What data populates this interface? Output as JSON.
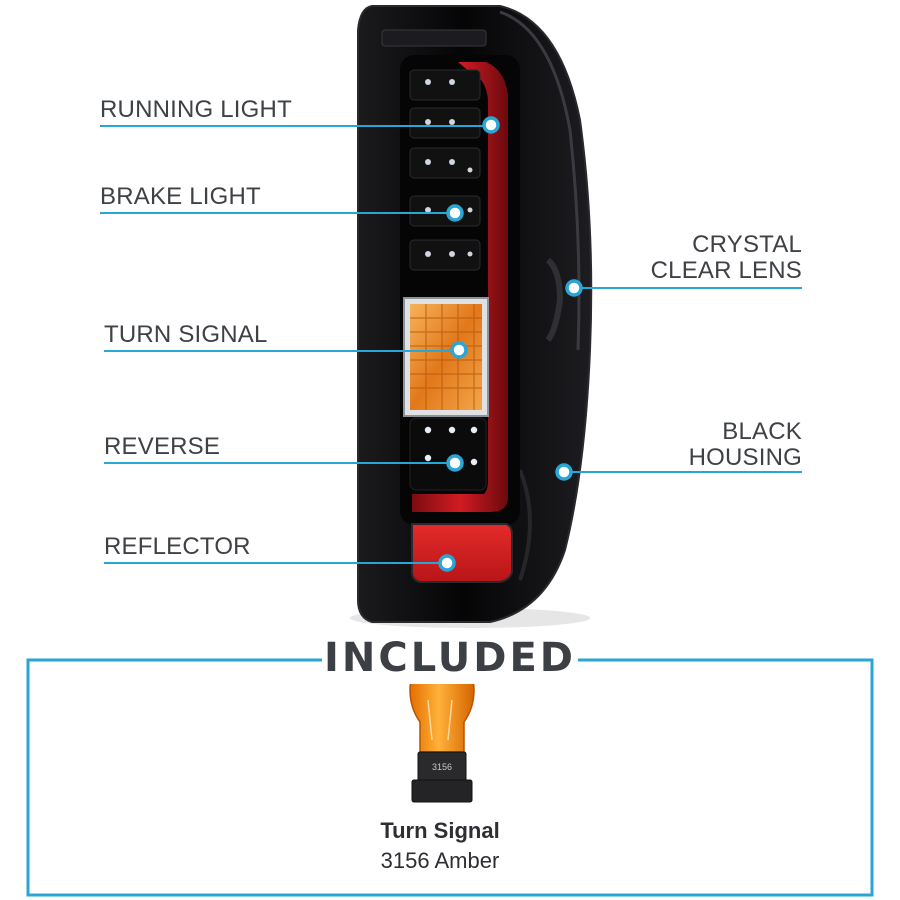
{
  "callouts": {
    "running_light": "RUNNING LIGHT",
    "brake_light": "BRAKE LIGHT",
    "turn_signal": "TURN SIGNAL",
    "reverse": "REVERSE",
    "reflector": "REFLECTOR",
    "crystal_clear_lens_line1": "CRYSTAL",
    "crystal_clear_lens_line2": "CLEAR LENS",
    "black_housing_line1": "BLACK",
    "black_housing_line2": "HOUSING"
  },
  "included": {
    "title": "INCLUDED",
    "bulb_name": "Turn Signal",
    "bulb_spec": "3156 Amber",
    "bulb_base_label": "3156"
  },
  "colors": {
    "accent_line": "#2aa6d6",
    "housing": "#0d0d0f",
    "light_bar": "#c5161d",
    "amber": "#f08a12"
  }
}
